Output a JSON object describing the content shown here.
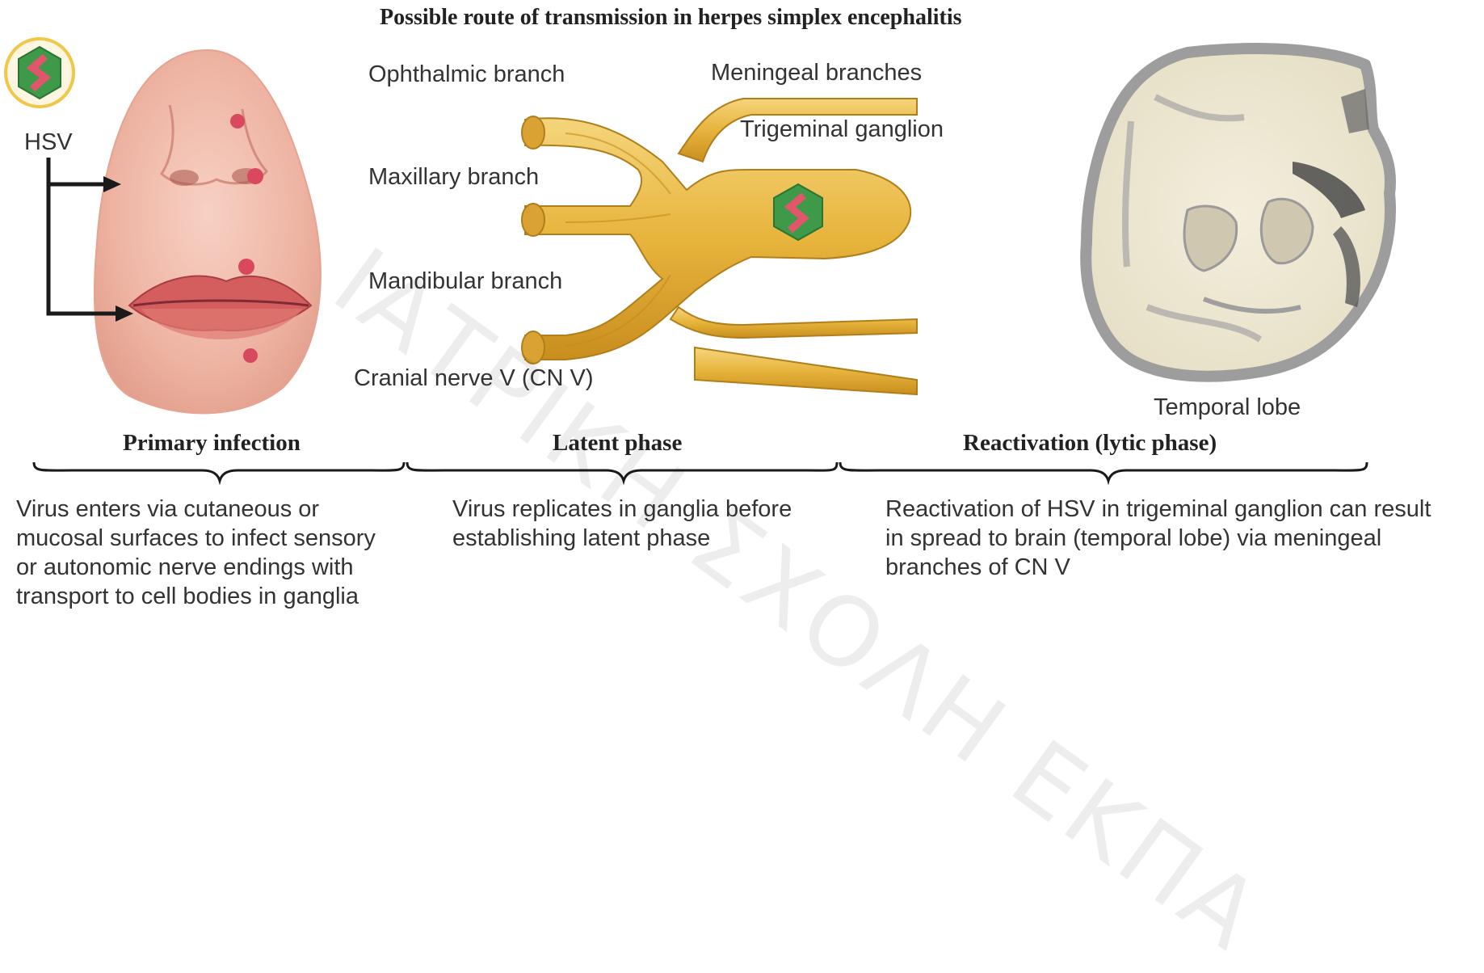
{
  "figure": {
    "title": "Possible route of transmission in herpes simplex encephalitis",
    "watermark": "ΙΑΤΡΙΚΗ ΣΧΟΛΗ ΕΚΠΑ"
  },
  "left_panel": {
    "virus_label": "HSV"
  },
  "nerve_labels": {
    "ophthalmic": "Ophthalmic branch",
    "maxillary": "Maxillary branch",
    "mandibular": "Mandibular branch",
    "cranial_nerve": "Cranial nerve V (CN V)",
    "meningeal": "Meningeal branches",
    "ganglion": "Trigeminal ganglion"
  },
  "brain_labels": {
    "temporal_lobe": "Temporal lobe"
  },
  "phases": [
    {
      "title": "Primary infection",
      "description": [
        "Virus enters via cutaneous or",
        "mucosal surfaces to infect sensory",
        "or autonomic nerve endings with",
        "transport to cell bodies in ganglia"
      ]
    },
    {
      "title": "Latent phase",
      "description": [
        "Virus replicates in ganglia before",
        "establishing latent phase"
      ]
    },
    {
      "title": "Reactivation (lytic phase)",
      "description": [
        "Reactivation of HSV in trigeminal ganglion can result",
        "in spread to brain (temporal lobe) via meningeal",
        "branches of CN V"
      ]
    }
  ],
  "colors": {
    "nerve_fill": "#e9b944",
    "nerve_dark": "#c48a1c",
    "virus_green": "#3e9a48",
    "virus_pink": "#e2566b",
    "skin": "#f2b5a6",
    "lesion": "#d9485e",
    "brain_cortex": "#b8b8b8",
    "brain_white": "#efe9d4"
  }
}
